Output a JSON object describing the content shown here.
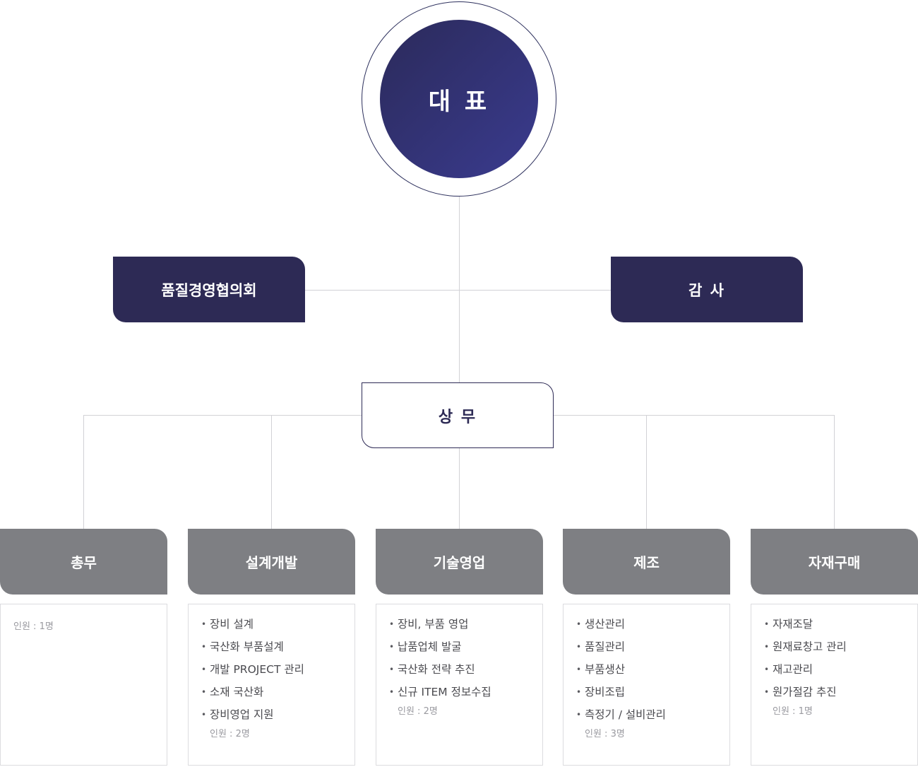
{
  "ceo": {
    "label": "대 표"
  },
  "left_committee": {
    "label": "품질경영협의회"
  },
  "auditor": {
    "label": "감 사"
  },
  "executive": {
    "label": "상 무"
  },
  "departments": [
    {
      "name": "총무",
      "duties": [],
      "staff": "인원 : 1명"
    },
    {
      "name": "설계개발",
      "duties": [
        "장비 설계",
        "국산화 부품설계",
        "개발 PROJECT 관리",
        "소재 국산화",
        "장비영업 지원"
      ],
      "staff": "인원 : 2명"
    },
    {
      "name": "기술영업",
      "duties": [
        "장비, 부품 영업",
        "납품업체 발굴",
        "국산화 전략 추진",
        "신규 ITEM 정보수집"
      ],
      "staff": "인원 : 2명"
    },
    {
      "name": "제조",
      "duties": [
        "생산관리",
        "품질관리",
        "부품생산",
        "장비조립",
        "측정기 / 설비관리"
      ],
      "staff": "인원 : 3명"
    },
    {
      "name": "자재구매",
      "duties": [
        "자재조달",
        "원재료창고 관리",
        "재고관리",
        "원가절감 추진"
      ],
      "staff": "인원 : 1명"
    }
  ],
  "colors": {
    "navy": "#2d2a55",
    "gray_header": "#7e7f83",
    "line": "#d2d2d6"
  }
}
